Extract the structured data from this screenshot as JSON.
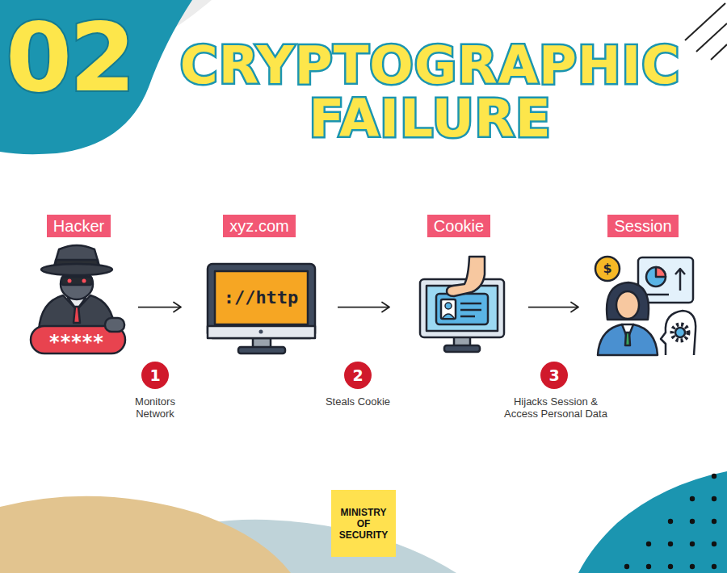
{
  "diagram": {
    "title": "CRYPTOGRAPHIC FAILURE",
    "nodes": [
      {
        "text": [
          "Hacker"
        ]
      },
      {
        "text": [
          "xyz.com"
        ]
      },
      {
        "text": [
          "Cookie"
        ]
      },
      {
        "text": [
          "Session"
        ]
      },
      {
        "text": [
          "MINISTRY OF SECURITY"
        ]
      }
    ],
    "edges": [
      {
        "from": 0,
        "to": 1,
        "arrow": "to"
      },
      {
        "from": 1,
        "to": 2,
        "arrow": "to"
      },
      {
        "from": 2,
        "to": 3,
        "arrow": "to"
      }
    ],
    "labels": [
      "02",
      "://http",
      "*****",
      "$",
      "1",
      "Monitors Network",
      "2",
      "Steals Cookie",
      "3",
      "Hijacks Session & Access Personal Data"
    ]
  }
}
